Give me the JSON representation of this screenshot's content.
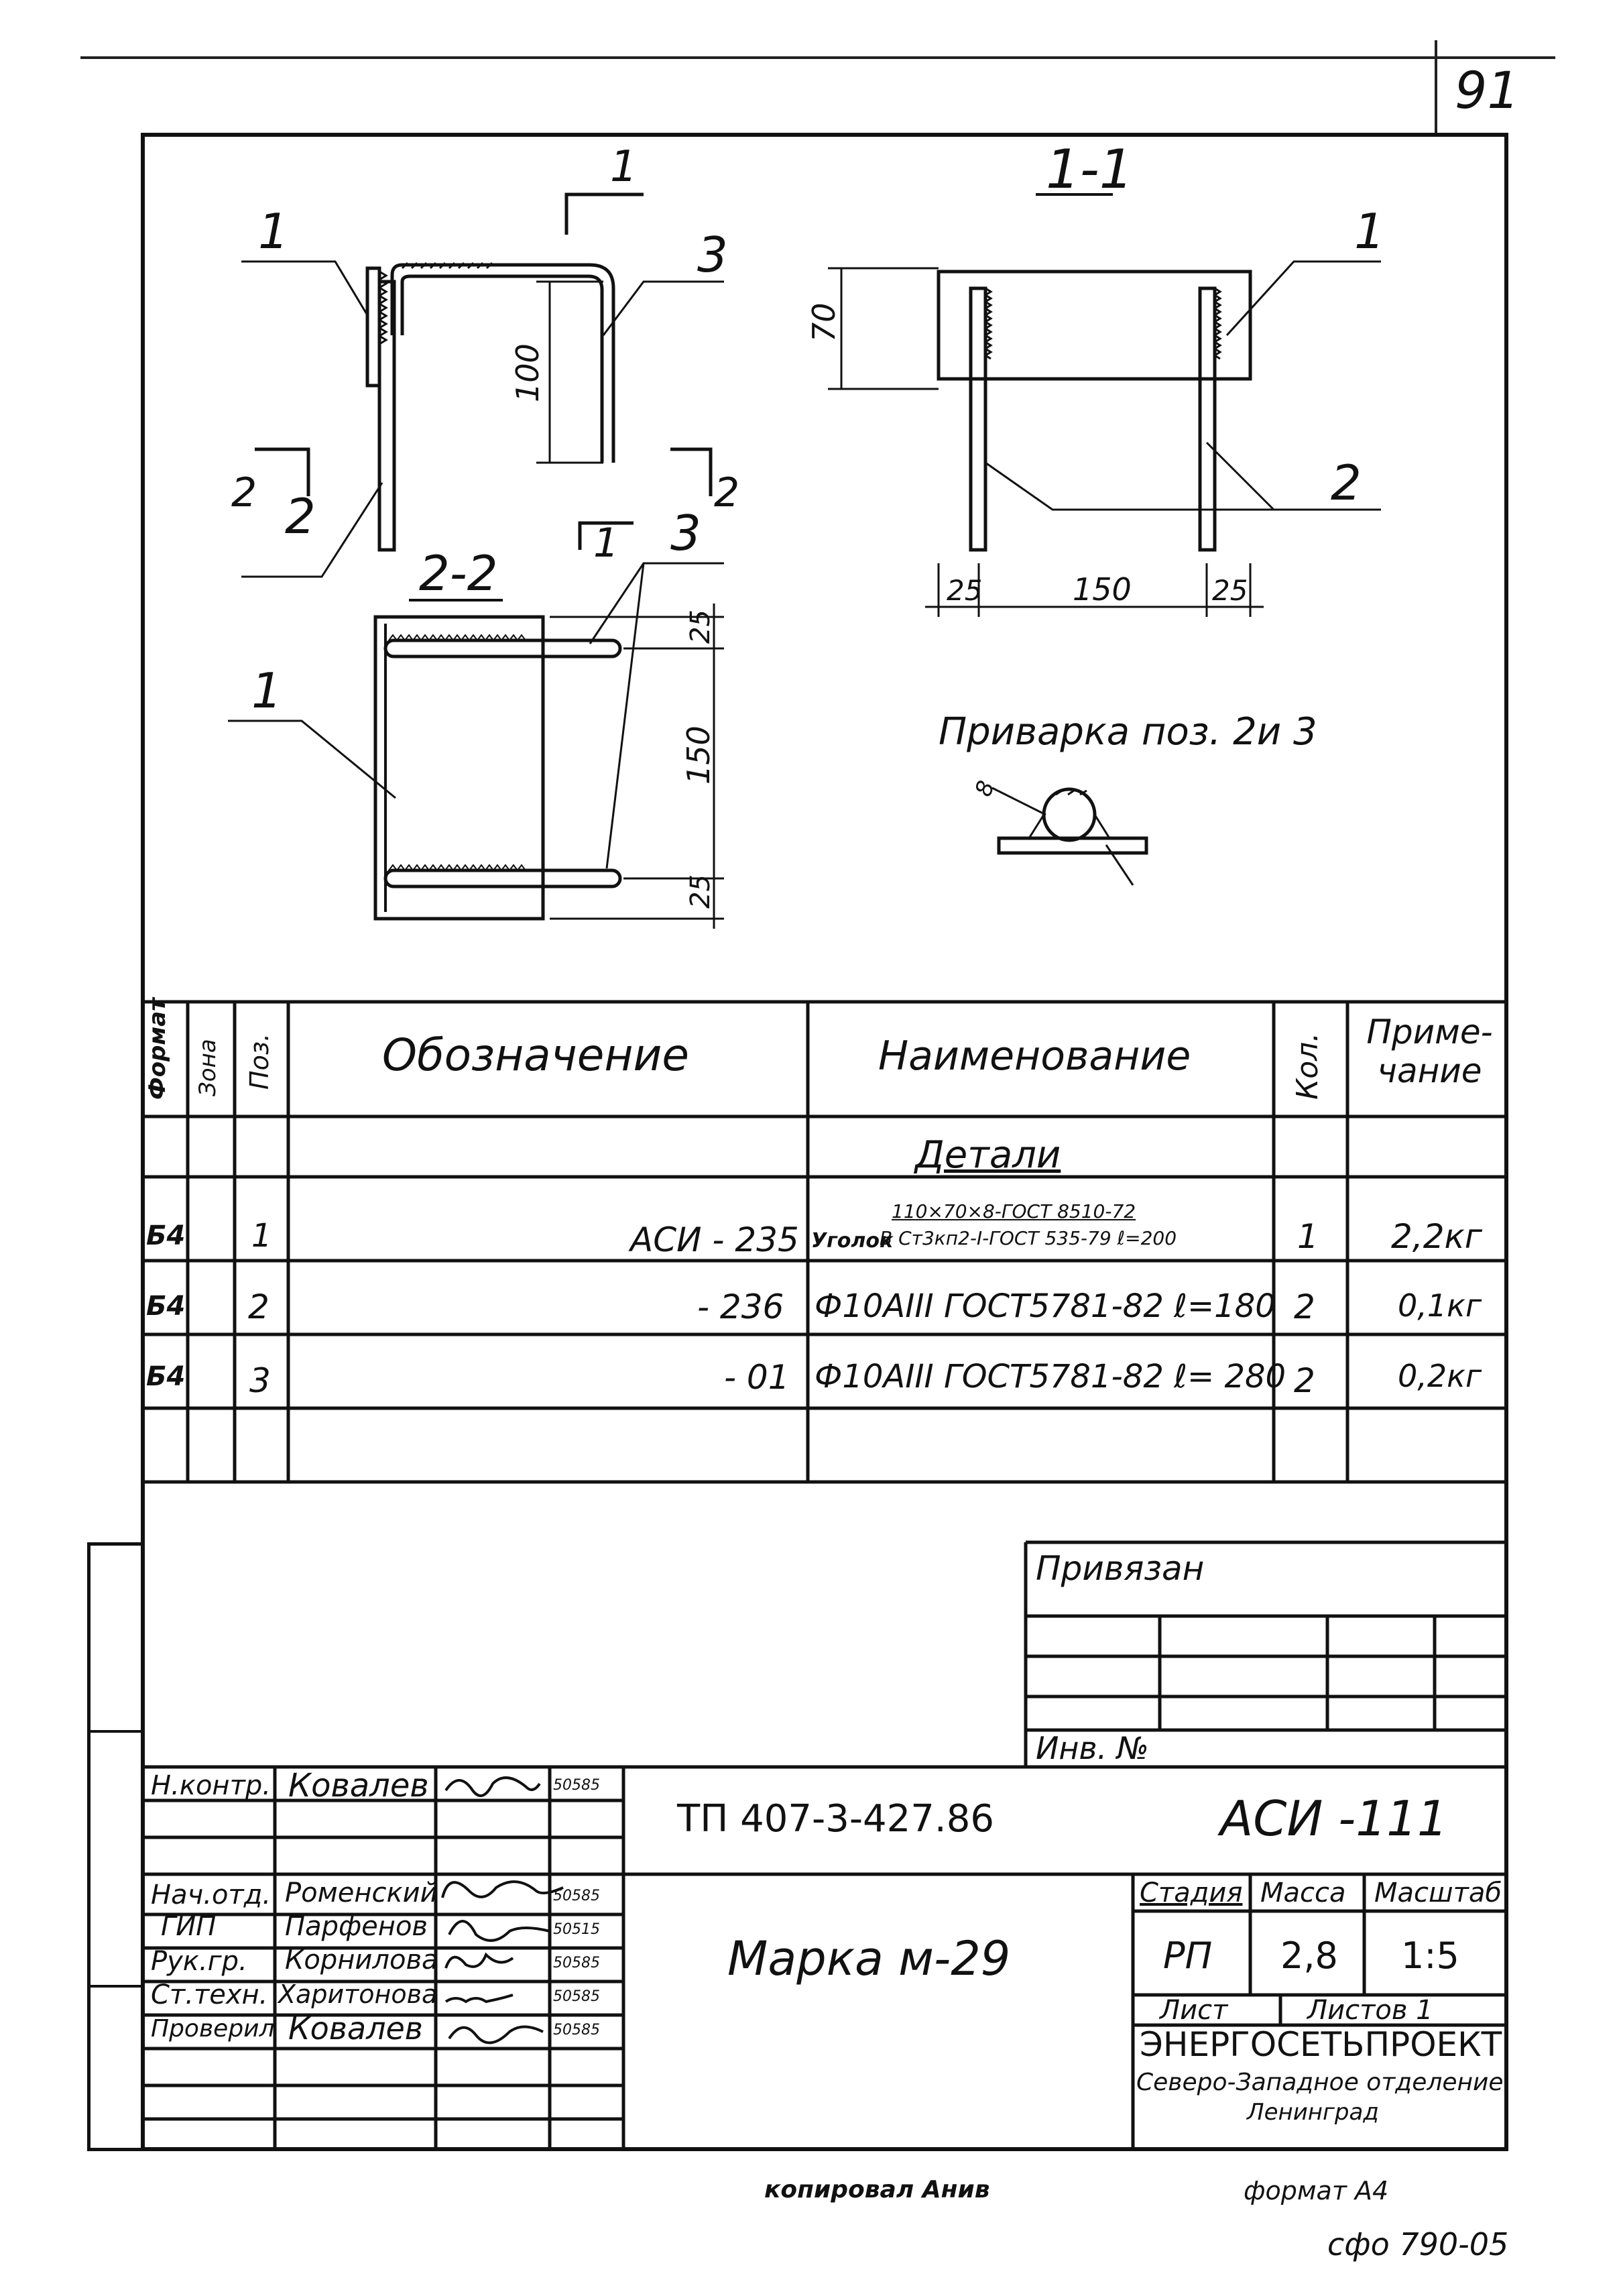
{
  "page_number": "91",
  "drawing": {
    "views": {
      "section_1_1": "1-1",
      "section_2_2": "2-2"
    },
    "callouts": {
      "pos1": "1",
      "pos2": "2",
      "pos3": "3",
      "cut1": "1",
      "cut2": "2"
    },
    "dimensions": {
      "d70": "70",
      "d100": "100",
      "d150": "150",
      "d25": "25",
      "d8": "8"
    },
    "weld_note": "Приварка поз. 2и 3"
  },
  "spec_table": {
    "headers": {
      "format": "Формат",
      "zone": "Зона",
      "pos": "Поз.",
      "designation": "Обозначение",
      "name": "Наименование",
      "qty": "Кол.",
      "note": "Приме-чание"
    },
    "section_title": "Детали",
    "rows": [
      {
        "format": "Б4",
        "pos": "1",
        "designation": "АСИ - 235",
        "name_top": "110×70×8-ГОСТ 8510-72",
        "name_prefix": "Уголок",
        "name_bottom": "В Ст3кп2-I-ГОСТ 535-79 ℓ=200",
        "qty": "1",
        "note": "2,2кг"
      },
      {
        "format": "Б4",
        "pos": "2",
        "designation": "- 236",
        "name": "Ф10АIII ГОСТ5781-82  ℓ=180",
        "qty": "2",
        "note": "0,1кг"
      },
      {
        "format": "Б4",
        "pos": "3",
        "designation": "- 01",
        "name": "Ф10АIII ГОСТ5781-82  ℓ= 280",
        "qty": "2",
        "note": "0,2кг"
      }
    ]
  },
  "binding_block": {
    "title": "Привязан",
    "inv_label": "Инв. №"
  },
  "title_block": {
    "roles": [
      {
        "role": "Н.контр.",
        "name": "Ковалев",
        "date": "50585"
      },
      {
        "role": "",
        "name": "",
        "date": ""
      },
      {
        "role": "Нач.отд.",
        "name": "Роменский",
        "date": "50585"
      },
      {
        "role": "ГИП",
        "name": "Парфенов",
        "date": "50515"
      },
      {
        "role": "Рук.гр.",
        "name": "Корнилова",
        "date": "50585"
      },
      {
        "role": "Ст.техн.",
        "name": "Харитонова",
        "date": "50585"
      },
      {
        "role": "Проверил",
        "name": "Ковалев",
        "date": "50585"
      }
    ],
    "project_code": "ТП  407-3-427.86",
    "sheet_code": "АСИ -111",
    "title": "Марка  м-29",
    "stage_label": "Стадия",
    "mass_label": "Масса",
    "scale_label": "Масштаб",
    "stage": "РП",
    "mass": "2,8",
    "scale": "1:5",
    "sheet_label": "Лист",
    "sheets_label": "Листов 1",
    "org_name": "ЭНЕРГОСЕТЬПРОЕКТ",
    "org_branch": "Северо-Западное отделение",
    "org_city": "Ленинград"
  },
  "footer": {
    "copied": "копировал Анив",
    "format": "формат А4",
    "stamp": "сфо 790-05"
  }
}
